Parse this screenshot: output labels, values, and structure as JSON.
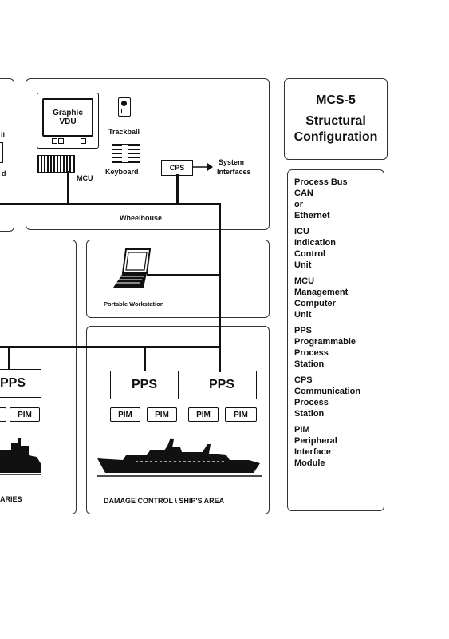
{
  "title": {
    "line1": "MCS-5",
    "line2": "Structural",
    "line3": "Configuration"
  },
  "legend": [
    {
      "abbr": "Process Bus",
      "lines": [
        "CAN",
        "or",
        "Ethernet"
      ]
    },
    {
      "abbr": "ICU",
      "lines": [
        "Indication",
        "Control",
        "Unit"
      ]
    },
    {
      "abbr": "MCU",
      "lines": [
        "Management",
        "Computer",
        "Unit"
      ]
    },
    {
      "abbr": "PPS",
      "lines": [
        "Programmable",
        "Process",
        "Station"
      ]
    },
    {
      "abbr": "CPS",
      "lines": [
        "Communication",
        "Process",
        "Station"
      ]
    },
    {
      "abbr": "PIM",
      "lines": [
        "Peripheral",
        "Interface",
        "Module"
      ]
    }
  ],
  "wheelhouse": {
    "graphic_vdu_line1": "Graphic",
    "graphic_vdu_line2": "VDU",
    "trackball": "Trackball",
    "keyboard": "Keyboard",
    "mcu": "MCU",
    "cps": "CPS",
    "system_line1": "System",
    "system_line2": "Interfaces",
    "label": "Wheelhouse"
  },
  "left_fragment": {
    "label1": "ll",
    "label2": "d",
    "pps": "PPS",
    "pim": "PIM",
    "area": "ARIES"
  },
  "portable_workstation": "Portable Workstation",
  "damage_control": {
    "pps_left": "PPS",
    "pps_right": "PPS",
    "pim1": "PIM",
    "pim2": "PIM",
    "pim3": "PIM",
    "pim4": "PIM",
    "area": "DAMAGE CONTROL \\ SHIP'S AREA"
  }
}
